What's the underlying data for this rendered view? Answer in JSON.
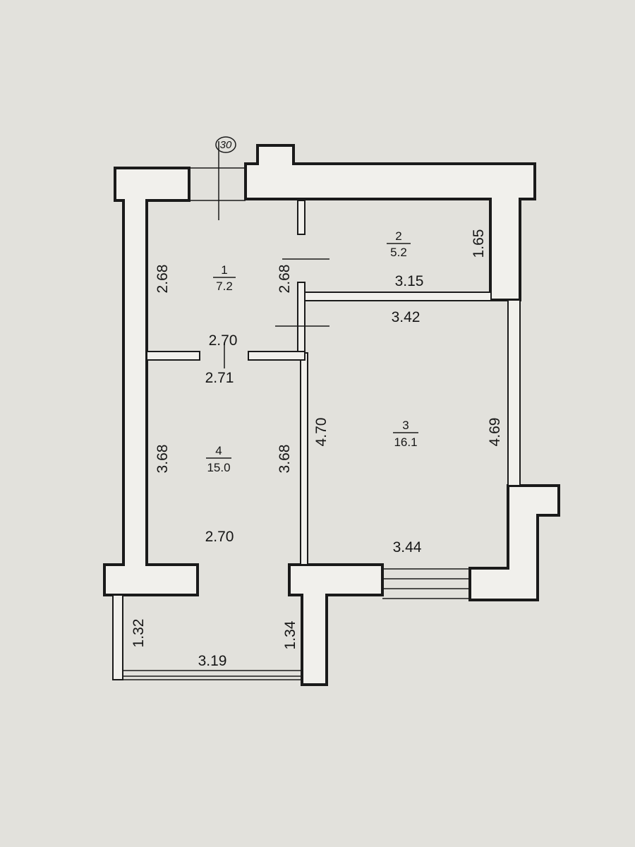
{
  "axis_marker": "30",
  "rooms": [
    {
      "number": "1",
      "area": "7.2"
    },
    {
      "number": "2",
      "area": "5.2"
    },
    {
      "number": "3",
      "area": "16.1"
    },
    {
      "number": "4",
      "area": "15.0"
    }
  ],
  "dimensions": {
    "room1_left": "2.68",
    "room1_right": "2.68",
    "room1_bottom": "2.70",
    "room2_right": "1.65",
    "room2_bottom": "3.15",
    "room3_top": "3.42",
    "room3_left": "4.70",
    "room3_right": "4.69",
    "room3_bottom": "3.44",
    "room4_top": "2.71",
    "room4_left": "3.68",
    "room4_right": "3.68",
    "room4_bottom": "2.70",
    "balcony_left": "1.32",
    "balcony_right": "1.34",
    "balcony_bottom": "3.19"
  }
}
